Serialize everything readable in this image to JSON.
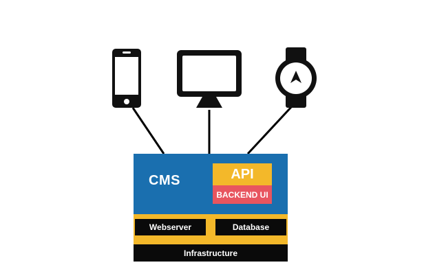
{
  "devices": [
    {
      "name": "smartphone-icon"
    },
    {
      "name": "desktop-monitor-icon"
    },
    {
      "name": "smartwatch-icon"
    }
  ],
  "stack": {
    "cms_label": "CMS",
    "api_label": "API",
    "backend_label": "BACKEND UI",
    "webserver_label": "Webserver",
    "database_label": "Database",
    "infrastructure_label": "Infrastructure"
  },
  "colors": {
    "cms_blue": "#1A6FAF",
    "api_yellow": "#F3B82A",
    "backend_red": "#E8555F",
    "layer_black": "#0A0A0A",
    "text_white": "#FFFFFF"
  }
}
